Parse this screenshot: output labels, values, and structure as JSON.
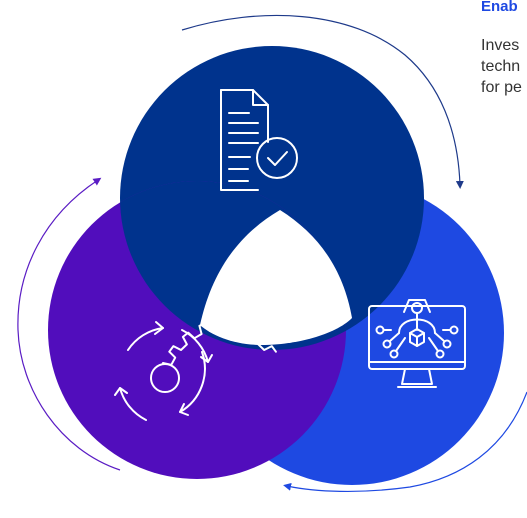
{
  "heading": "Enab",
  "body_lines": [
    "Inves",
    "techn",
    "for pe"
  ],
  "colors": {
    "navy_circle": "#00338d",
    "blue_circle": "#1e49e2",
    "purple_circle": "#510dbc",
    "arrow_navy": "#1e3a8a",
    "arrow_blue": "#1e49e2",
    "arrow_purple": "#5a1cc4",
    "icon_stroke": "#ffffff"
  },
  "icons": [
    "document-check-icon",
    "settings-cycle-icon",
    "monitor-network-icon"
  ]
}
